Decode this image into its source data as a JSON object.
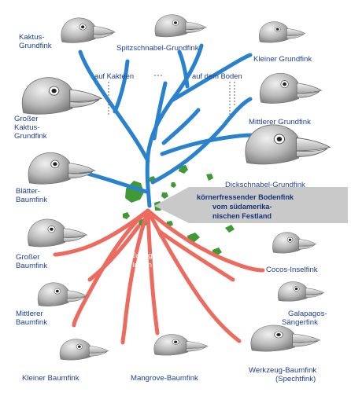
{
  "categories": {
    "ground": "auf dem Boden",
    "cactus": "auf Kakteen"
  },
  "ancestor": {
    "line1": "körnerfressender Bodenfink",
    "line2": "vom südamerika-",
    "line3": "nischen Festland"
  },
  "islands": {
    "line1": "Galapagos-",
    "line2": "Inseln"
  },
  "finches": {
    "kaktus": {
      "line1": "Kaktus-",
      "line2": "Grundfink"
    },
    "spitzschnabel": {
      "line1": "Spitzschnabel-Grundfink"
    },
    "kleiner_grund": {
      "line1": "Kleiner Grundfink"
    },
    "grosser_kaktus": {
      "line1": "Großer",
      "line2": "Kaktus-",
      "line3": "Grundfink"
    },
    "mittlerer_grund": {
      "line1": "Mittlerer Grundfink"
    },
    "dickschnabel": {
      "line1": "Dickschnabel-Grundfink"
    },
    "blaetter": {
      "line1": "Blätter-",
      "line2": "Baumfink"
    },
    "grosser_baum": {
      "line1": "Großer",
      "line2": "Baumfink"
    },
    "cocos": {
      "line1": "Cocos-Inselfink"
    },
    "mittlerer_baum": {
      "line1": "Mittlerer",
      "line2": "Baumfink"
    },
    "saenger": {
      "line1": "Galapagos-",
      "line2": "Sängerfink"
    },
    "kleiner_baum": {
      "line1": "Kleiner Baumfink"
    },
    "mangrove": {
      "line1": "Mangrove-Baumfink"
    },
    "werkzeug": {
      "line1": "Werkzeug-Baumfink",
      "line2": "(Spechtfink)"
    }
  },
  "colors": {
    "blue_branch": "#2a82cf",
    "red_branch": "#ec6a5e",
    "island_green": "#3f9a36",
    "label_blue": "#1f3f95",
    "callout_gray": "#c9c9c9"
  },
  "icons": [
    "finch-head-icon"
  ]
}
